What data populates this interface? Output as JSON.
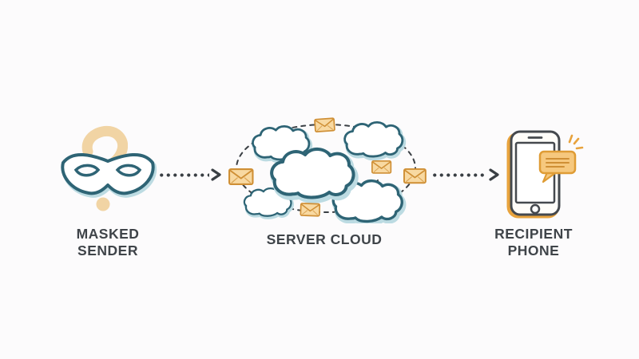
{
  "diagram": {
    "type": "flow",
    "nodes": [
      "MASKED SENDER",
      "SERVER CLOUD",
      "RECIPIENT PHONE"
    ],
    "connections": [
      "masked-sender -> server-cloud",
      "server-cloud -> recipient-phone"
    ],
    "cloud_count": 5,
    "envelope_count": 5
  },
  "labels": {
    "masked_sender": {
      "line1": "MASKED",
      "line2": "SENDER"
    },
    "server_cloud": {
      "text": "SERVER CLOUD"
    },
    "recipient_phone": {
      "line1": "RECIPIENT",
      "line2": "PHONE"
    }
  },
  "icons": [
    "masquerade-mask-icon",
    "question-mark-icon",
    "dotted-arrow-icon",
    "cloud-icon",
    "envelope-icon",
    "smartphone-icon",
    "chat-bubble-icon",
    "burst-icon"
  ],
  "colors": {
    "background": "#fcfbfc",
    "text": "#3f4449",
    "arrow": "#3a3f44",
    "teal_outline": "#2e6475",
    "teal_shade": "#bcdbe2",
    "tan": "#f1d4a4",
    "orange_border": "#cf8f35",
    "orange_fill": "#f8d9a2",
    "phone_orange": "#e8a33d",
    "bubble_fill": "#f6c87e",
    "dark_gray": "#45494e"
  }
}
